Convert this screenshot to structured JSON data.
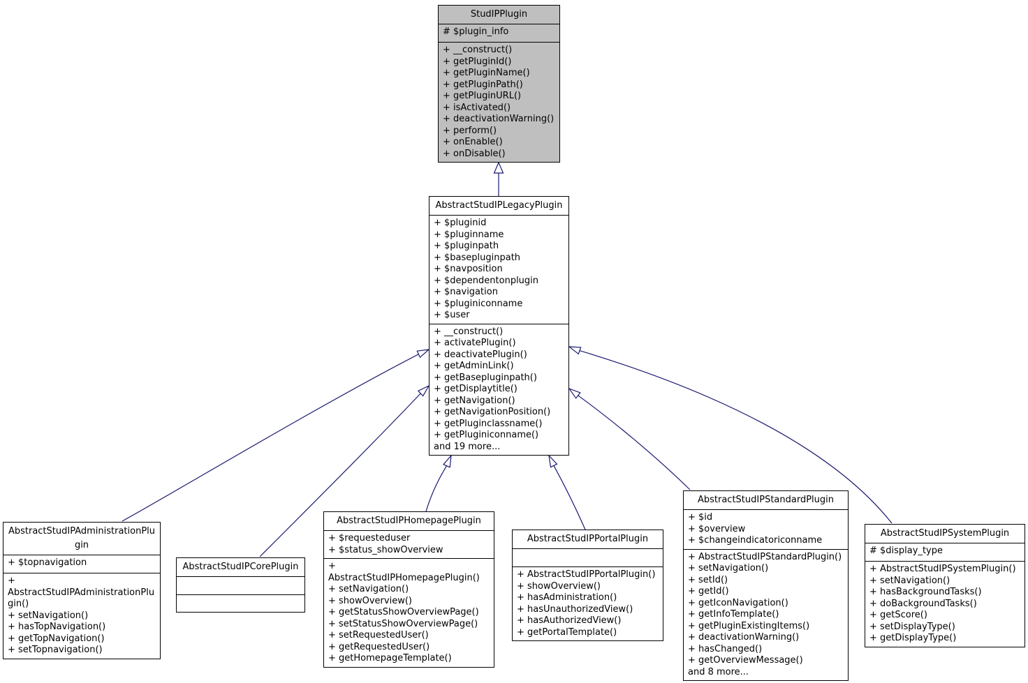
{
  "diagram": {
    "type": "uml-class-inheritance",
    "colors": {
      "arrow": "#191970",
      "highlight_fill": "#bfbfbf",
      "box_fill": "#ffffff",
      "border": "#000000",
      "background": "#ffffff"
    },
    "classes": [
      {
        "name": "StudIPPlugin",
        "highlighted": true,
        "attributes": [
          "# $plugin_info"
        ],
        "methods": [
          "+ __construct()",
          "+ getPluginId()",
          "+ getPluginName()",
          "+ getPluginPath()",
          "+ getPluginURL()",
          "+ isActivated()",
          "+ deactivationWarning()",
          "+ perform()",
          "+ onEnable()",
          "+ onDisable()"
        ]
      },
      {
        "name": "AbstractStudIPLegacyPlugin",
        "highlighted": false,
        "attributes": [
          "+ $pluginid",
          "+ $pluginname",
          "+ $pluginpath",
          "+ $basepluginpath",
          "+ $navposition",
          "+ $dependentonplugin",
          "+ $navigation",
          "+ $pluginiconname",
          "+ $user"
        ],
        "methods": [
          "+ __construct()",
          "+ activatePlugin()",
          "+ deactivatePlugin()",
          "+ getAdminLink()",
          "+ getBasepluginpath()",
          "+ getDisplaytitle()",
          "+ getNavigation()",
          "+ getNavigationPosition()",
          "+ getPluginclassname()",
          "+ getPluginiconname()",
          "and 19 more..."
        ]
      },
      {
        "name": "AbstractStudIPAdministrationPlugin",
        "highlighted": false,
        "attributes": [
          "+ $topnavigation"
        ],
        "methods": [
          "+ AbstractStudIPAdministrationPlugin()",
          "+ setNavigation()",
          "+ hasTopNavigation()",
          "+ getTopNavigation()",
          "+ setTopnavigation()"
        ]
      },
      {
        "name": "AbstractStudIPCorePlugin",
        "highlighted": false,
        "attributes": [],
        "methods": []
      },
      {
        "name": "AbstractStudIPHomepagePlugin",
        "highlighted": false,
        "attributes": [
          "+ $requesteduser",
          "+ $status_showOverview"
        ],
        "methods": [
          "+ AbstractStudIPHomepagePlugin()",
          "+ setNavigation()",
          "+ showOverview()",
          "+ getStatusShowOverviewPage()",
          "+ setStatusShowOverviewPage()",
          "+ setRequestedUser()",
          "+ getRequestedUser()",
          "+ getHomepageTemplate()"
        ]
      },
      {
        "name": "AbstractStudIPPortalPlugin",
        "highlighted": false,
        "attributes": [],
        "methods": [
          "+ AbstractStudIPPortalPlugin()",
          "+ showOverview()",
          "+ hasAdministration()",
          "+ hasUnauthorizedView()",
          "+ hasAuthorizedView()",
          "+ getPortalTemplate()"
        ]
      },
      {
        "name": "AbstractStudIPStandardPlugin",
        "highlighted": false,
        "attributes": [
          "+ $id",
          "+ $overview",
          "+ $changeindicatoriconname"
        ],
        "methods": [
          "+ AbstractStudIPStandardPlugin()",
          "+ setNavigation()",
          "+ setId()",
          "+ getId()",
          "+ getIconNavigation()",
          "+ getInfoTemplate()",
          "+ getPluginExistingItems()",
          "+ deactivationWarning()",
          "+ hasChanged()",
          "+ getOverviewMessage()",
          "and 8 more..."
        ]
      },
      {
        "name": "AbstractStudIPSystemPlugin",
        "highlighted": false,
        "attributes": [
          "# $display_type"
        ],
        "methods": [
          "+ AbstractStudIPSystemPlugin()",
          "+ setNavigation()",
          "+ hasBackgroundTasks()",
          "+ doBackgroundTasks()",
          "+ getScore()",
          "+ setDisplayType()",
          "+ getDisplayType()"
        ]
      }
    ],
    "relations": [
      {
        "child": "AbstractStudIPLegacyPlugin",
        "parent": "StudIPPlugin"
      },
      {
        "child": "AbstractStudIPAdministrationPlugin",
        "parent": "AbstractStudIPLegacyPlugin"
      },
      {
        "child": "AbstractStudIPCorePlugin",
        "parent": "AbstractStudIPLegacyPlugin"
      },
      {
        "child": "AbstractStudIPHomepagePlugin",
        "parent": "AbstractStudIPLegacyPlugin"
      },
      {
        "child": "AbstractStudIPPortalPlugin",
        "parent": "AbstractStudIPLegacyPlugin"
      },
      {
        "child": "AbstractStudIPStandardPlugin",
        "parent": "AbstractStudIPLegacyPlugin"
      },
      {
        "child": "AbstractStudIPSystemPlugin",
        "parent": "AbstractStudIPLegacyPlugin"
      }
    ]
  }
}
